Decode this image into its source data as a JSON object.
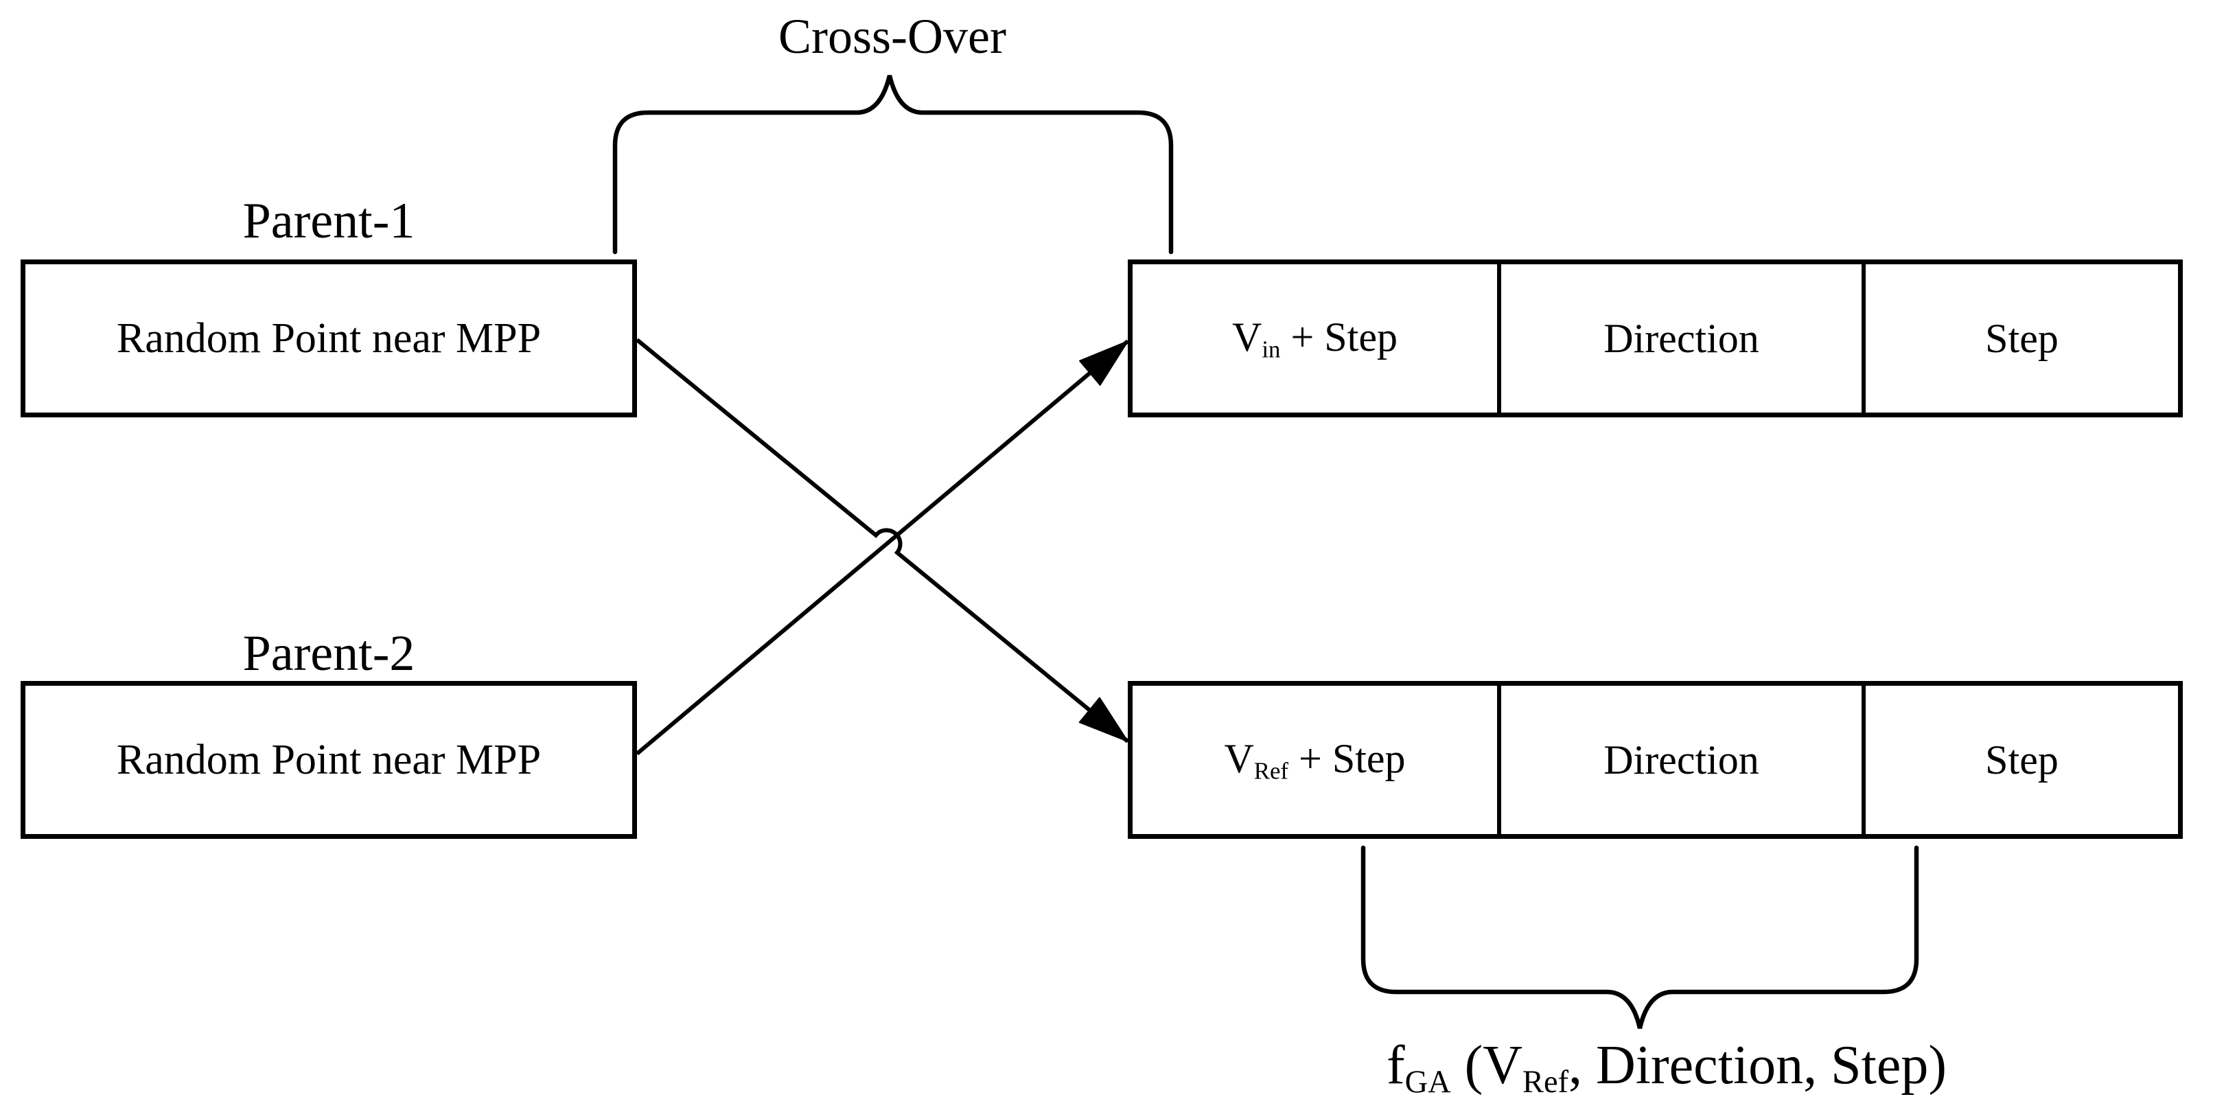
{
  "colors": {
    "ink": "#000000",
    "background": "#ffffff"
  },
  "diagram": {
    "crossover_label": "Cross-Over",
    "parents": [
      {
        "label": "Parent-1",
        "content": "Random Point near MPP"
      },
      {
        "label": "Parent-2",
        "content": "Random Point near MPP"
      }
    ],
    "offspring": [
      {
        "cells": [
          {
            "base": "V",
            "sub": "in",
            "rest": " + Step"
          },
          {
            "label": "Direction"
          },
          {
            "label": "Step"
          }
        ]
      },
      {
        "cells": [
          {
            "base": "V",
            "sub": "Ref",
            "rest": " + Step"
          },
          {
            "label": "Direction"
          },
          {
            "label": "Step"
          }
        ]
      }
    ],
    "formula": {
      "name_base": "f",
      "name_sub": "GA",
      "args_pre": " (V",
      "args_sub": "Ref",
      "args_post": ", Direction, Step)"
    }
  }
}
